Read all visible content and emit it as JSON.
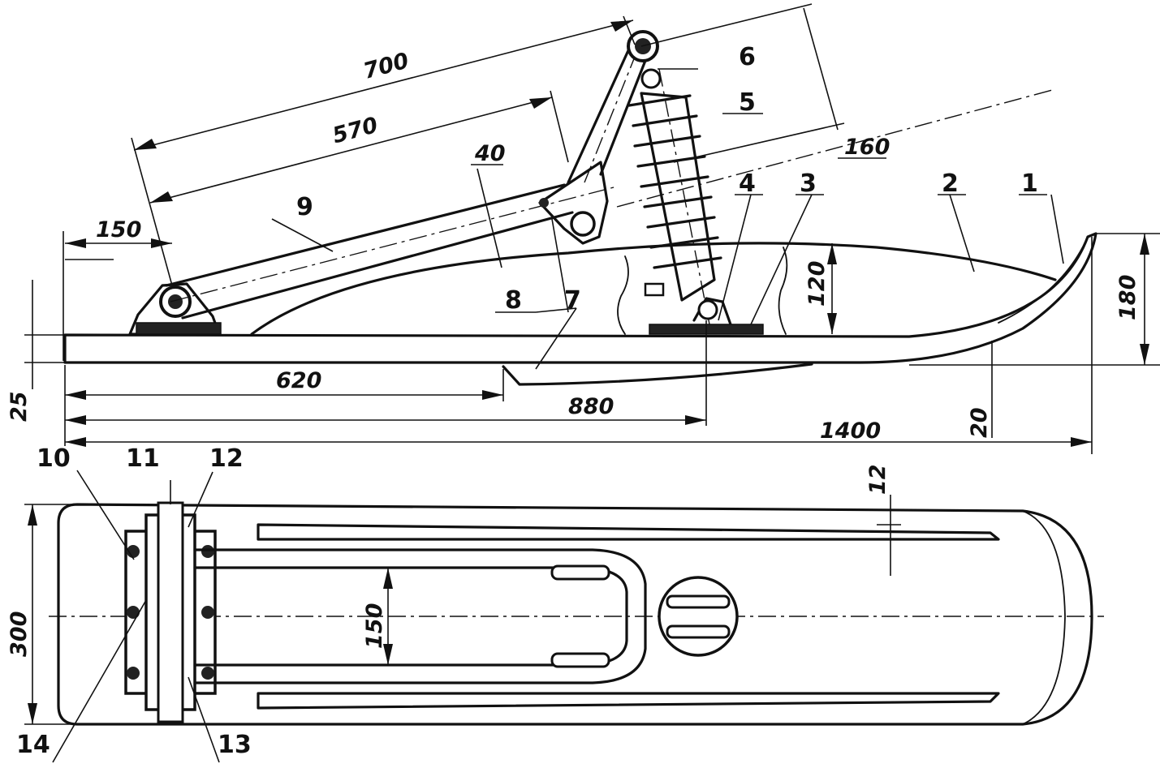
{
  "dimensions": {
    "d700": "700",
    "d570": "570",
    "d40": "40",
    "d160": "160",
    "d150_side": "150",
    "d120": "120",
    "d180": "180",
    "d25": "25",
    "d620": "620",
    "d880": "880",
    "d20": "20",
    "d1400": "1400",
    "d12": "12",
    "d300": "300",
    "d150_plan": "150"
  },
  "part_numbers": {
    "p1": "1",
    "p2": "2",
    "p3": "3",
    "p4": "4",
    "p5": "5",
    "p6": "6",
    "p7": "7",
    "p8": "8",
    "p9": "9",
    "p10": "10",
    "p11": "11",
    "p12": "12",
    "p13": "13",
    "p14": "14"
  }
}
